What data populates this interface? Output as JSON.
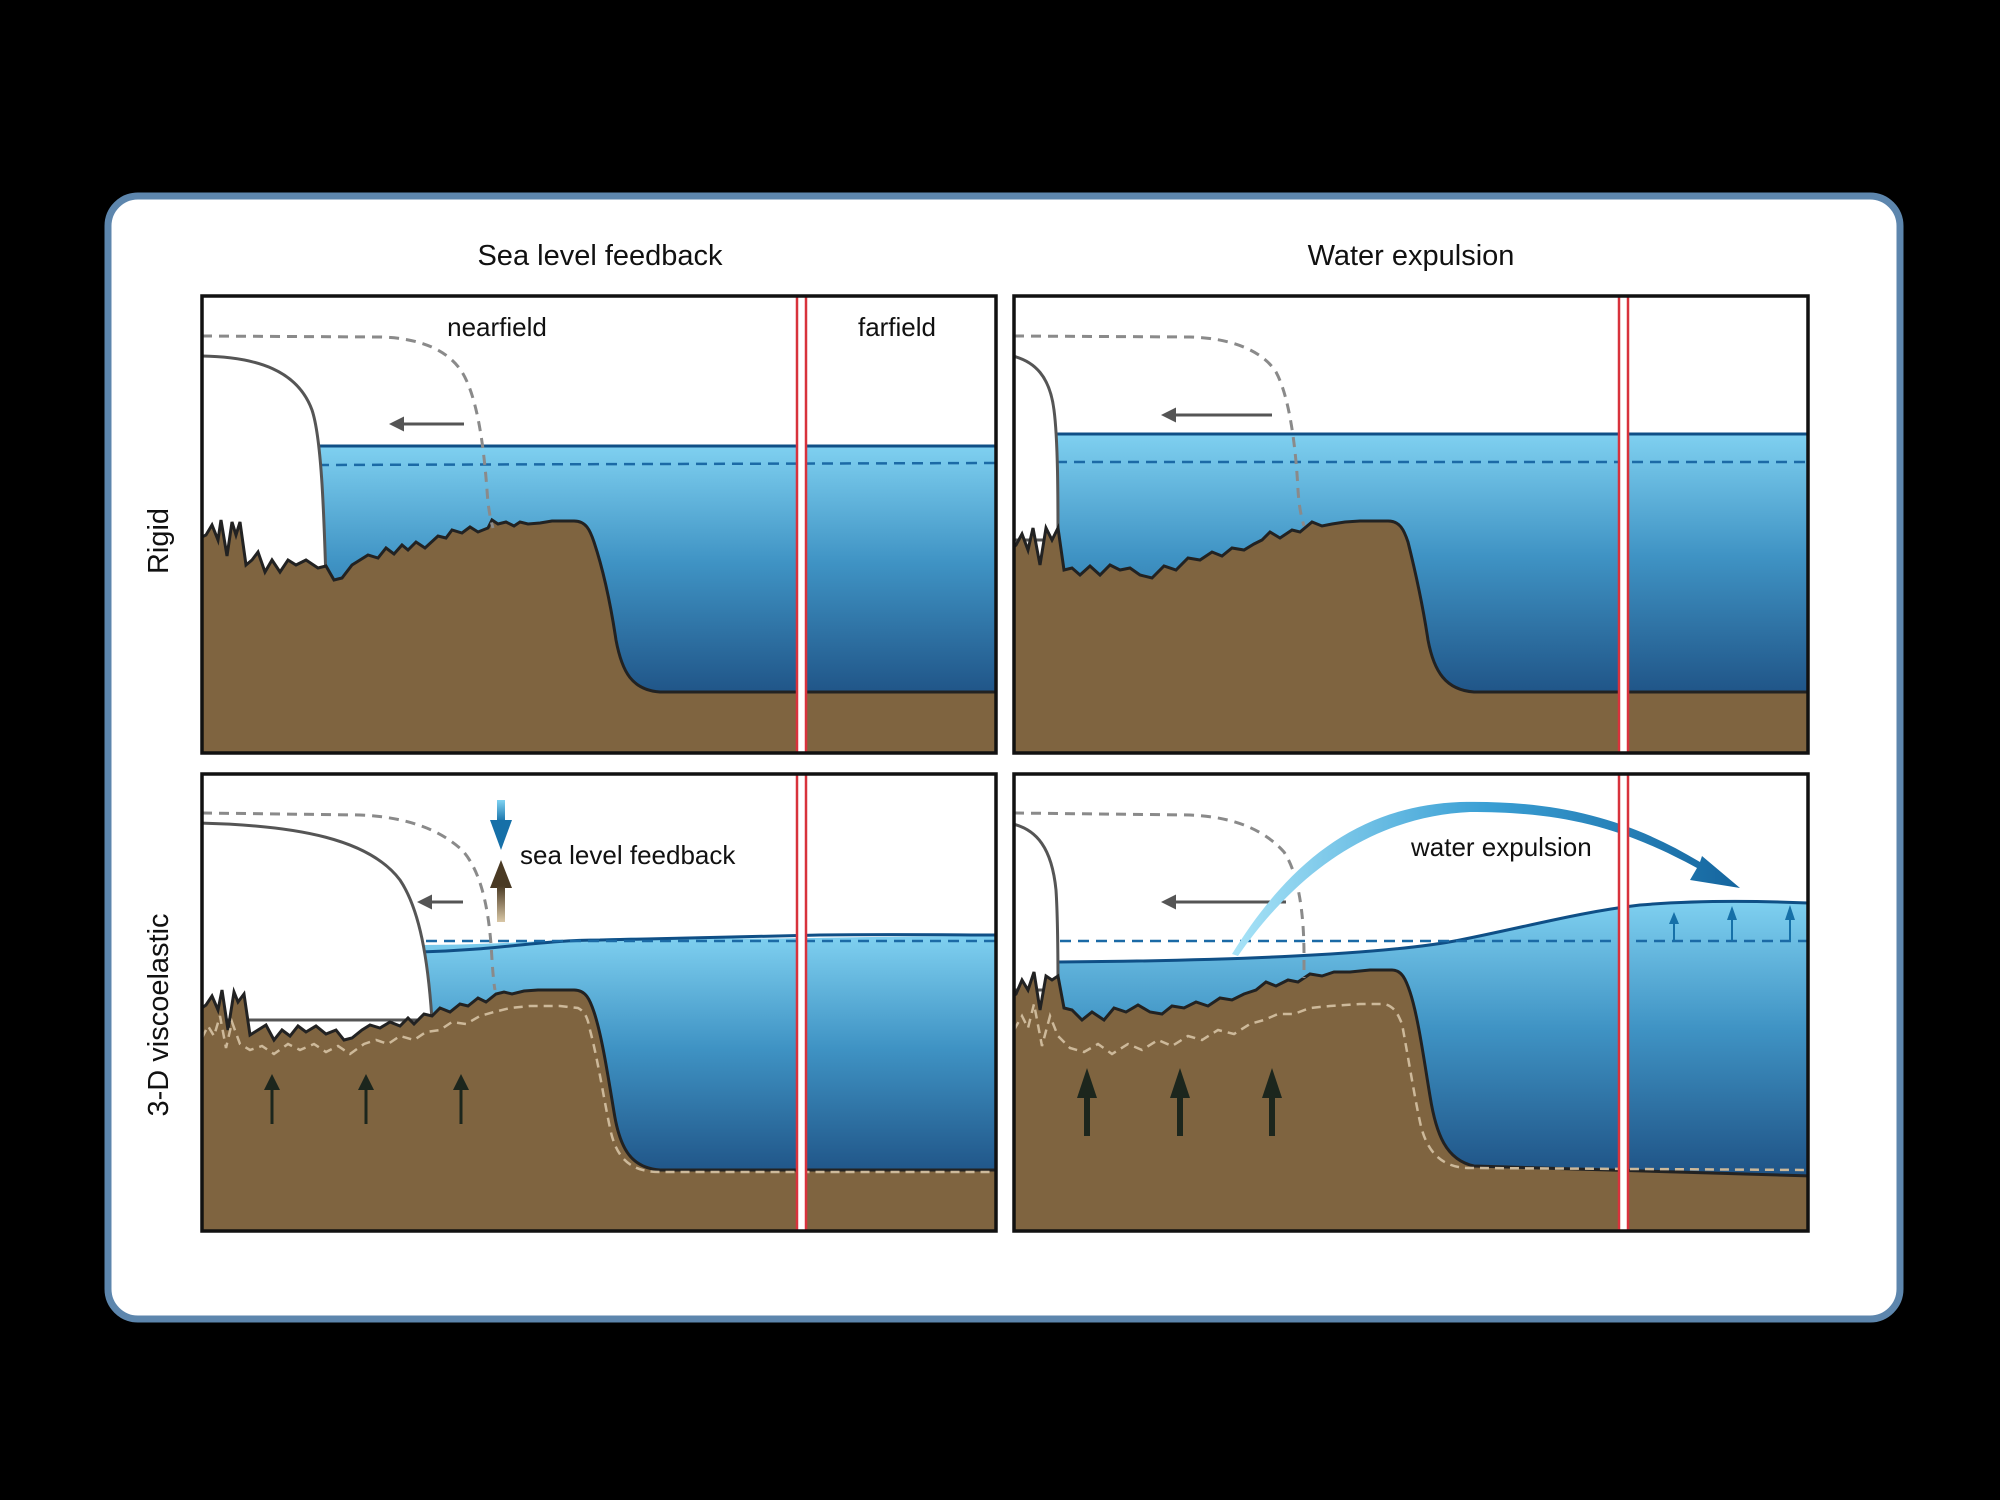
{
  "columns": {
    "left_title": "Sea level feedback",
    "right_title": "Water expulsion"
  },
  "rows": {
    "top_title": "Rigid",
    "bottom_title": "3-D viscoelastic"
  },
  "labels": {
    "nearfield": "nearfield",
    "farfield": "farfield",
    "sea_level_feedback": "sea level feedback",
    "water_expulsion": "water expulsion"
  },
  "colors": {
    "background": "#000000",
    "frame_border": "#5d86ad",
    "panel_bg": "#ffffff",
    "water_top": "#7fd0f0",
    "water_bottom": "#1d4f82",
    "land": "#7f6440",
    "ice_outline": "#555555",
    "dashed": "#8a8a8a",
    "farfield_marker": "#d8323c",
    "arrow_up_dark": "#1c261d",
    "arrow_blue": "#1670a8"
  }
}
